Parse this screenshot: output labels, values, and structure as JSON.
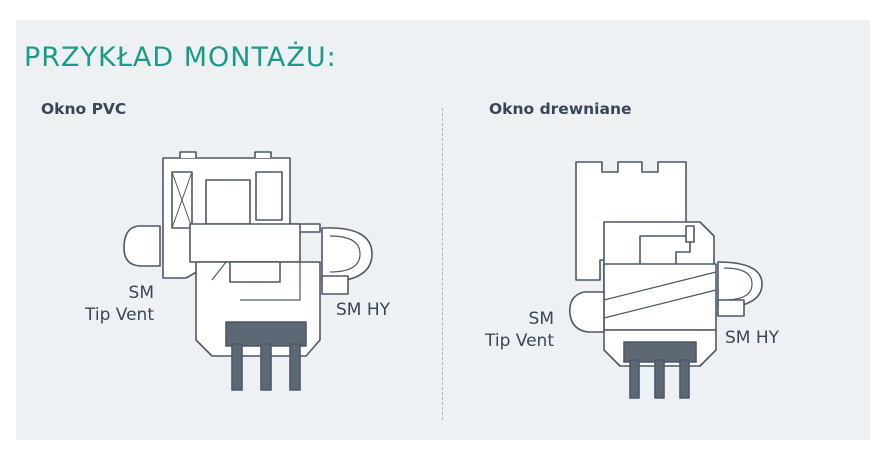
{
  "header": {
    "title": "PRZYKŁAD MONTAŻU:"
  },
  "pvc": {
    "title": "Okno PVC",
    "label_left_line1": "SM",
    "label_left_line2": "Tip Vent",
    "label_right": "SM HY"
  },
  "wood": {
    "title": "Okno drewniane",
    "label_left_line1": "SM",
    "label_left_line2": "Tip Vent",
    "label_right": "SM HY"
  },
  "colors": {
    "title_teal": "#1b9a86",
    "panel_bg": "#eef1f4",
    "outline": "#4d5966",
    "text": "#3a4654",
    "fill": "#ffffff"
  }
}
